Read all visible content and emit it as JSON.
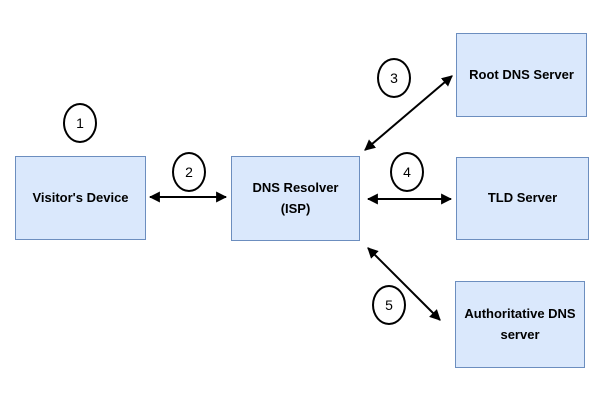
{
  "colors": {
    "node_fill": "#dae8fc",
    "node_border": "#6c8ebf",
    "circle_fill": "#ffffff",
    "circle_border": "#000000",
    "line": "#000000",
    "background": "#ffffff",
    "text": "#000000"
  },
  "nodes": {
    "visitor": {
      "lines": [
        "Visitor's Device"
      ]
    },
    "resolver": {
      "lines": [
        "DNS Resolver",
        "(ISP)"
      ]
    },
    "root": {
      "lines": [
        "Root DNS Server"
      ]
    },
    "tld": {
      "lines": [
        "TLD Server"
      ]
    },
    "auth": {
      "lines": [
        "Authoritative DNS",
        "server"
      ]
    }
  },
  "steps": {
    "step1": "1",
    "step2": "2",
    "step3": "3",
    "step4": "4",
    "step5": "5"
  }
}
